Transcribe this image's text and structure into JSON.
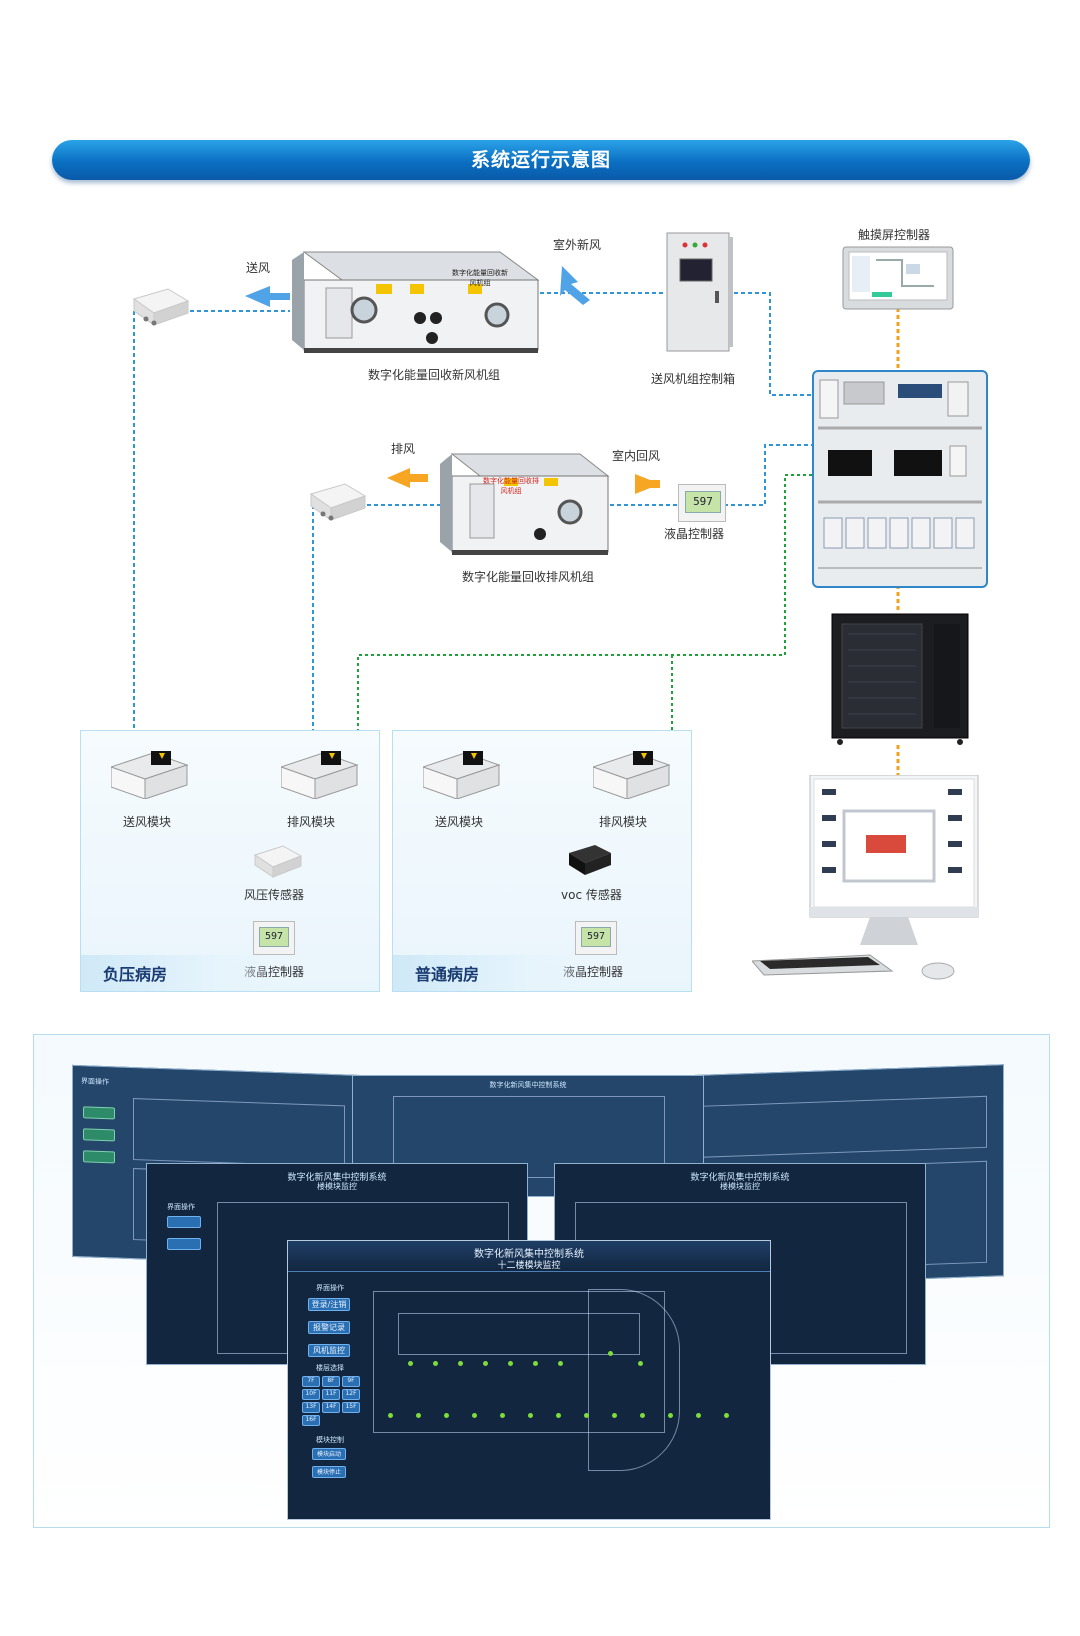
{
  "banner": {
    "title": "系统运行示意图"
  },
  "labels": {
    "supply_air": "送风",
    "outdoor_fresh_air": "室外新风",
    "touch_controller": "触摸屏控制器",
    "fresh_air_unit": "数字化能量回收新风机组",
    "supply_control_box": "送风机组控制箱",
    "exhaust_air": "排风",
    "indoor_return_air": "室内回风",
    "lcd_controller_top": "液晶控制器",
    "exhaust_unit": "数字化能量回收排风机组",
    "unit_plate_fresh": "数字化能量回收新风机组",
    "unit_plate_exhaust": "数字化能量回收排风机组"
  },
  "rooms": [
    {
      "name": "负压病房",
      "supply_module": "送风模块",
      "exhaust_module": "排风模块",
      "sensor": "风压传感器",
      "controller": "液晶控制器",
      "lcd_value": "597"
    },
    {
      "name": "普通病房",
      "supply_module": "送风模块",
      "exhaust_module": "排风模块",
      "sensor": "voc 传感器",
      "controller": "液晶控制器",
      "lcd_value": "597"
    }
  ],
  "lcd_top_value": "597",
  "screens": {
    "front": {
      "title": "数字化新风集中控制系统",
      "subtitle": "十二楼模块监控",
      "menu_header": "界面操作",
      "menu": [
        "登录/注销",
        "报警记录",
        "风机监控"
      ],
      "floor_header": "楼层选择",
      "floors": [
        "7F",
        "8F",
        "9F",
        "10F",
        "11F",
        "12F",
        "13F",
        "14F",
        "15F",
        "16F"
      ],
      "module_header": "模块控制",
      "modules": [
        "模块启动",
        "模块停止"
      ]
    },
    "mid_left": {
      "title": "数字化新风集中控制系统",
      "subtitle": "楼模块监控",
      "menu_header": "界面操作"
    },
    "mid_right": {
      "title": "数字化新风集中控制系统",
      "subtitle": "楼模块监控"
    },
    "back_center": {
      "title": "数字化新风集中控制系统"
    },
    "back_left": {
      "header": "界面操作"
    }
  },
  "colors": {
    "blue_line": "#2f95d6",
    "green_line": "#1fa23a",
    "orange_line": "#f0a21d",
    "banner": "#0b6fc2"
  }
}
